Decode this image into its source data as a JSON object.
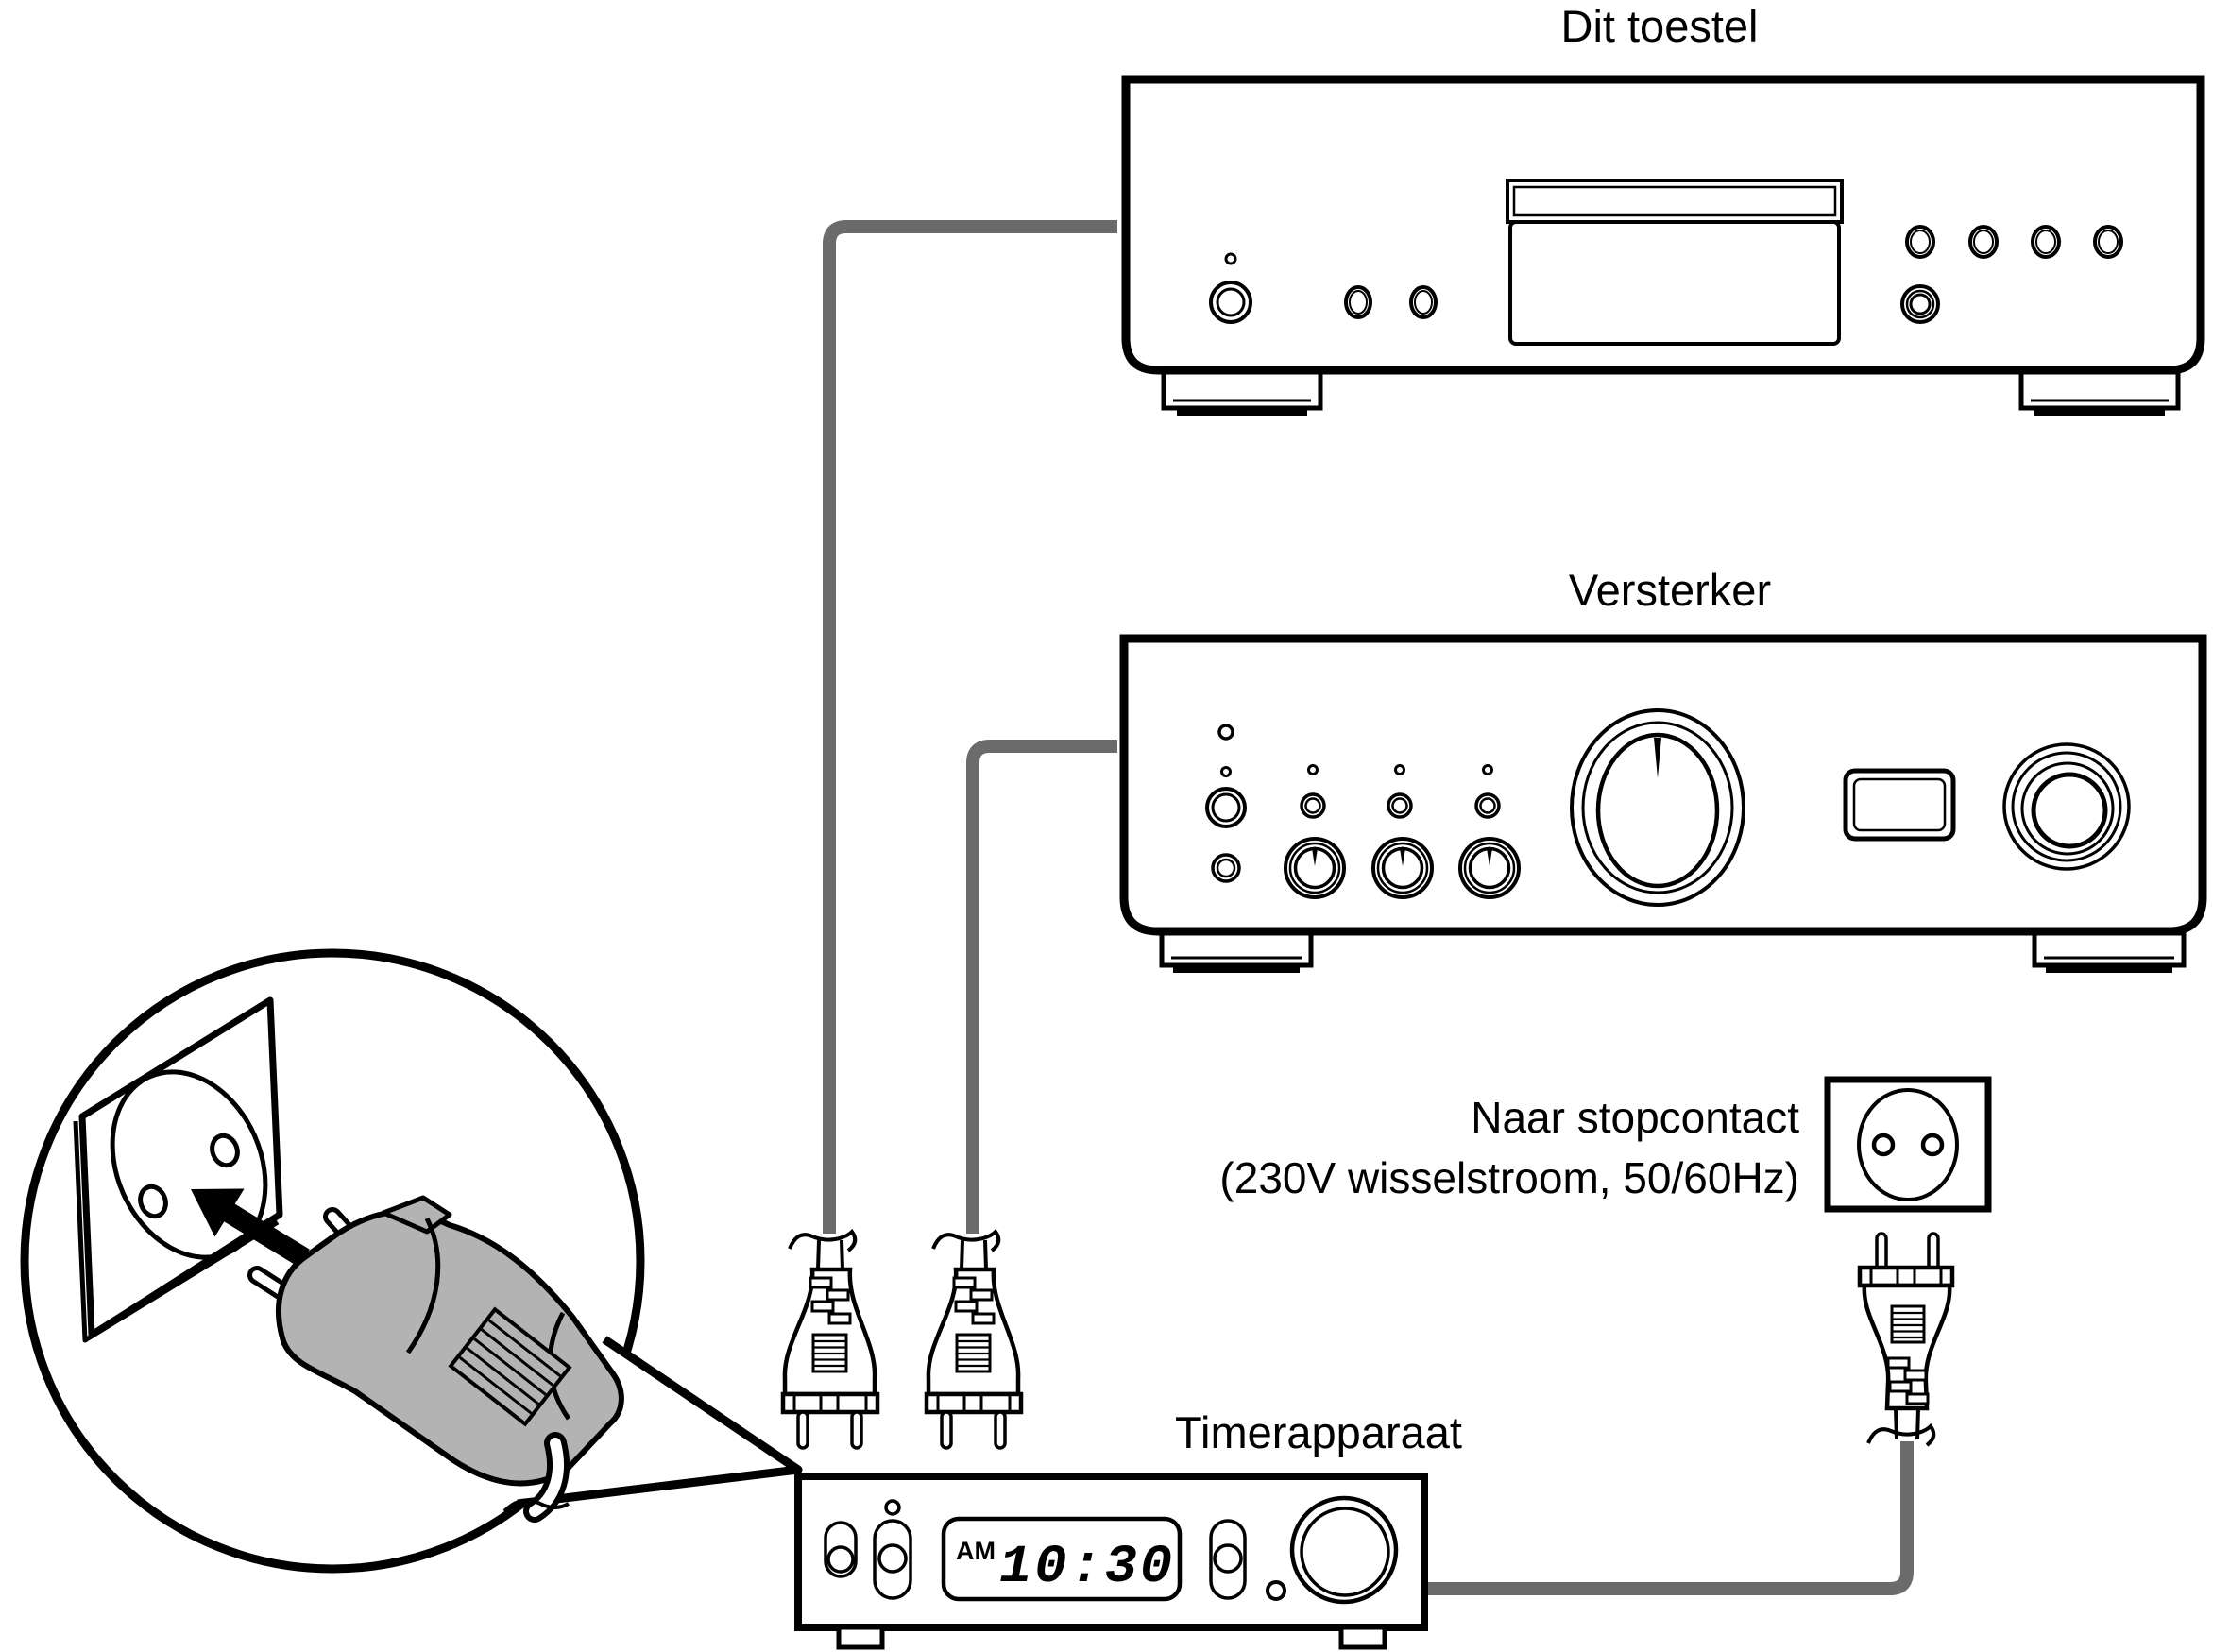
{
  "diagram": {
    "labels": {
      "this_unit": "Dit toestel",
      "amplifier": "Versterker",
      "outlet_line1": "Naar stopcontact",
      "outlet_line2": "(230V wisselstroom, 50/60Hz)",
      "timer": "Timerapparaat"
    },
    "timer_display": {
      "meridiem": "AM",
      "time": "10:30"
    },
    "icons": [
      "cd-player-icon",
      "amplifier-icon",
      "timer-device-icon",
      "wall-outlet-icon",
      "power-plug-icon",
      "insert-arrow-icon",
      "callout-magnifier-bubble"
    ],
    "colors": {
      "line": "#000000",
      "cable": "#6b6b6b",
      "plug_fill": "#b3b3b3",
      "background": "#ffffff"
    }
  }
}
